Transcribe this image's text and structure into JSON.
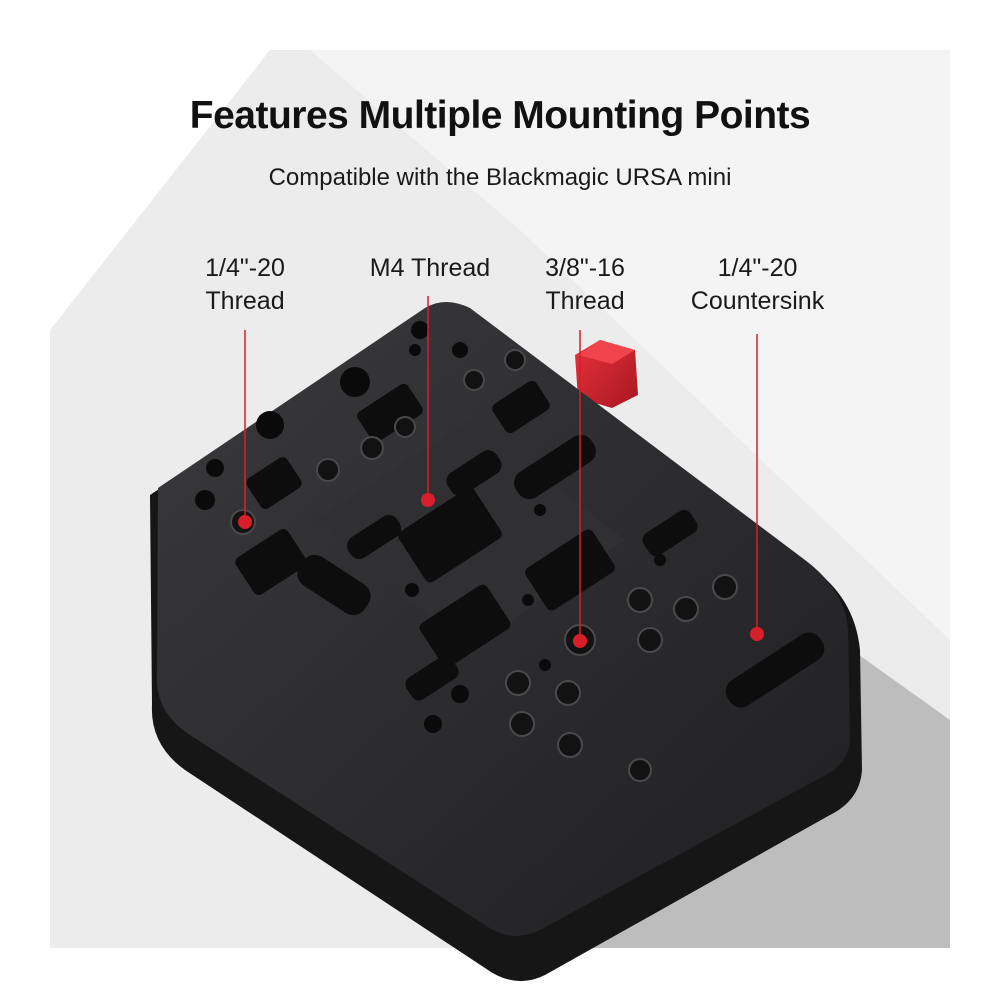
{
  "heading": {
    "title": "Features Multiple Mounting Points",
    "subtitle": "Compatible with the Blackmagic URSA mini"
  },
  "callouts": [
    {
      "line1": "1/4\"-20",
      "line2": "Thread"
    },
    {
      "line1": "M4 Thread",
      "line2": ""
    },
    {
      "line1": "3/8\"-16",
      "line2": "Thread"
    },
    {
      "line1": "1/4\"-20",
      "line2": "Countersink"
    }
  ],
  "colors": {
    "accent": "#d81e2a",
    "plate": "#2b2b2d",
    "backdrop_light": "#ebebeb",
    "backdrop_dark": "#b9b9b9"
  }
}
